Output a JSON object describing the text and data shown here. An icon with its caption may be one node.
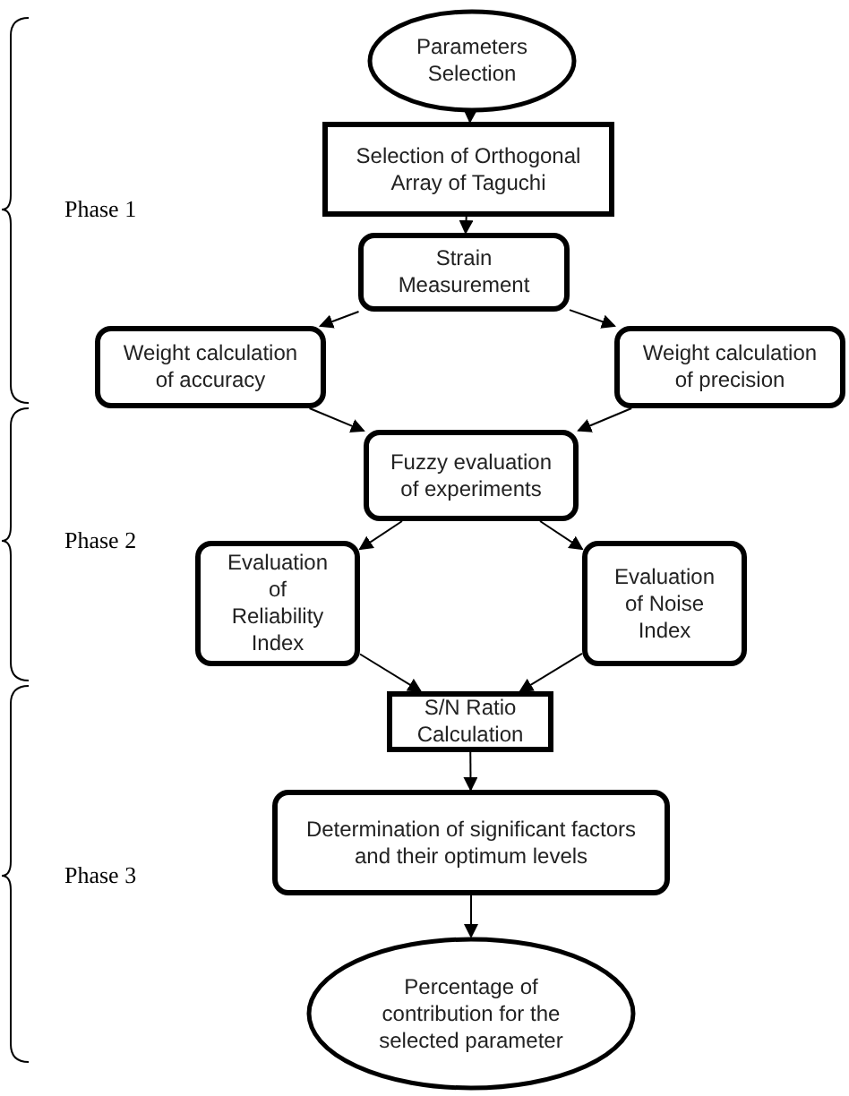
{
  "diagram": {
    "nodes": [
      {
        "text": [
          "Parameters Selection"
        ]
      },
      {
        "text": [
          "Selection of Orthogonal Array of Taguchi"
        ]
      },
      {
        "text": [
          "Strain Measurement"
        ]
      },
      {
        "text": [
          "Weight calculation of accuracy"
        ]
      },
      {
        "text": [
          "Weight calculation of precision"
        ]
      },
      {
        "text": [
          "Fuzzy evaluation of experiments"
        ]
      },
      {
        "text": [
          "Evaluation of Reliability Index"
        ]
      },
      {
        "text": [
          "Evaluation of Noise Index"
        ]
      },
      {
        "text": [
          "S/N Ratio Calculation"
        ]
      },
      {
        "text": [
          "Determination of significant factors and their optimum levels"
        ]
      },
      {
        "text": [
          "Percentage of contribution for the selected parameter"
        ]
      }
    ],
    "edges": [
      {
        "from": 0,
        "to": 1,
        "arrow": "to"
      },
      {
        "from": 1,
        "to": 2,
        "arrow": "to"
      },
      {
        "from": 2,
        "to": 3,
        "arrow": "to"
      },
      {
        "from": 2,
        "to": 4,
        "arrow": "to"
      },
      {
        "from": 3,
        "to": 5,
        "arrow": "to"
      },
      {
        "from": 4,
        "to": 5,
        "arrow": "to"
      },
      {
        "from": 5,
        "to": 6,
        "arrow": "to"
      },
      {
        "from": 5,
        "to": 7,
        "arrow": "to"
      },
      {
        "from": 6,
        "to": 8,
        "arrow": "to"
      },
      {
        "from": 7,
        "to": 8,
        "arrow": "to"
      },
      {
        "from": 8,
        "to": 9,
        "arrow": "to"
      },
      {
        "from": 9,
        "to": 10,
        "arrow": "to"
      }
    ],
    "labels": [
      "Phase 1",
      "Phase 2",
      "Phase 3"
    ]
  }
}
